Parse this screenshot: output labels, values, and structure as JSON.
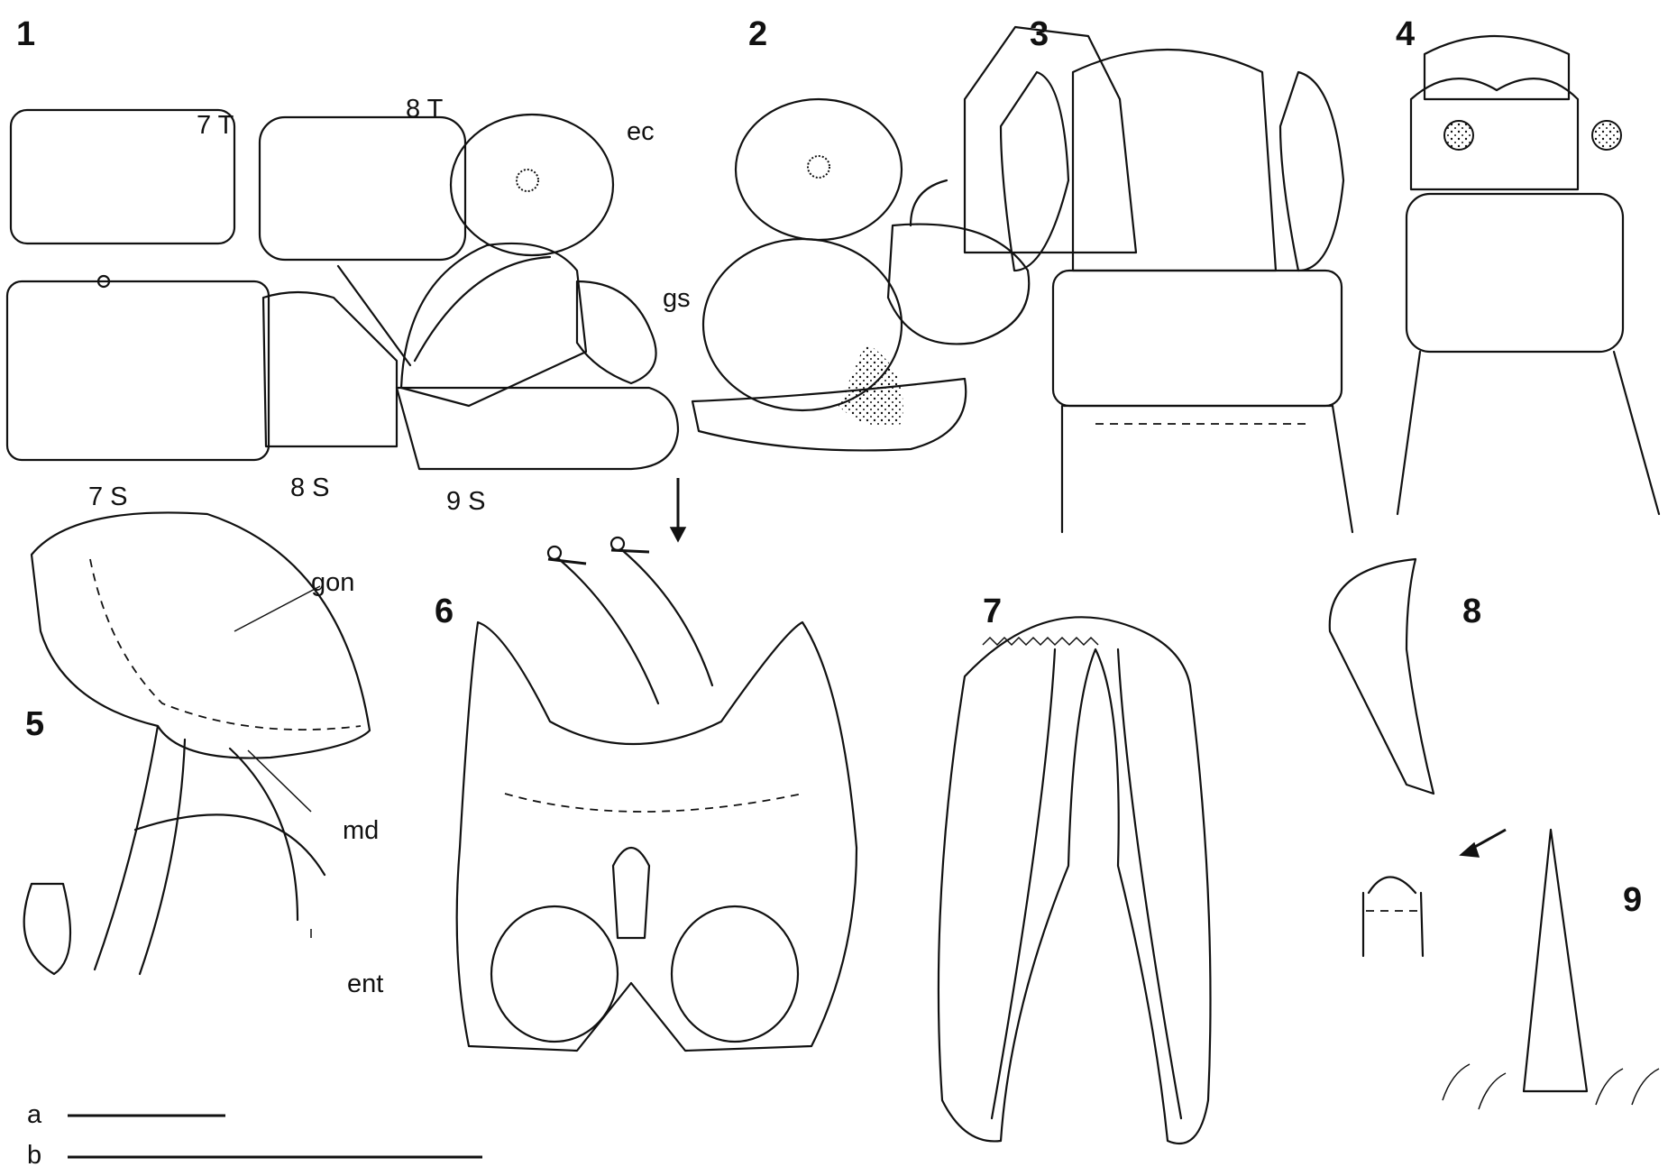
{
  "figure": {
    "numbers": [
      "1",
      "2",
      "3",
      "4",
      "5",
      "6",
      "7",
      "8",
      "9"
    ],
    "fig1": {
      "labels": [
        "7 T",
        "8 T",
        "ec",
        "gs",
        "7 S",
        "8 S",
        "9 S"
      ]
    },
    "fig5": {
      "labels": [
        "gon",
        "md",
        "ent"
      ]
    },
    "scale_bars": [
      "a",
      "b"
    ]
  }
}
